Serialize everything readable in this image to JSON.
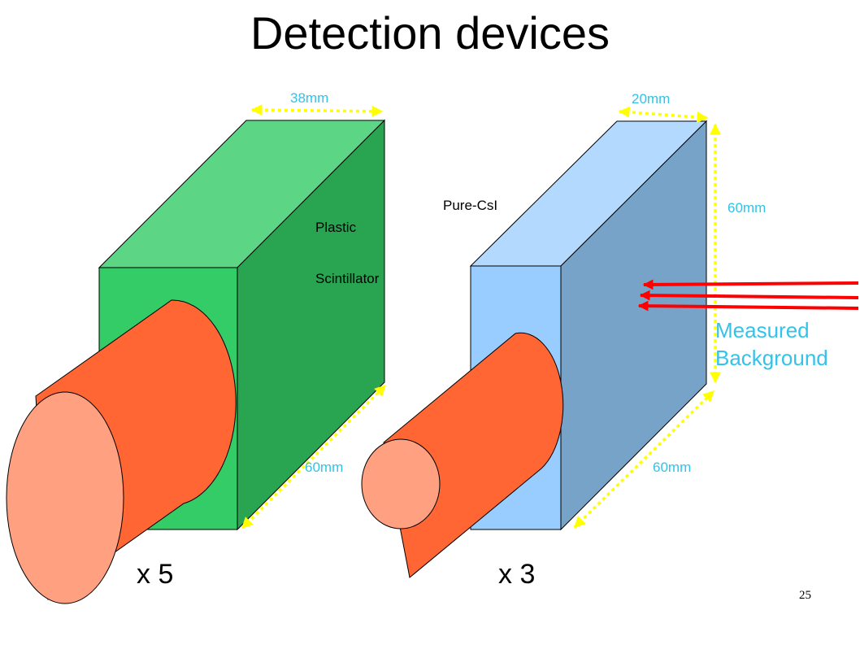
{
  "slide": {
    "title": "Detection devices",
    "page_number": "25"
  },
  "devices": {
    "plastic": {
      "label_line1": "Plastic",
      "label_line2": "Scintillator",
      "width_label": "38mm",
      "depth_label": "60mm",
      "multiplier": "x 5",
      "colors": {
        "front": "#33cc66",
        "top": "#5cd685",
        "side": "#29a552"
      }
    },
    "csi": {
      "label": "Pure-CsI",
      "width_label": "20mm",
      "height_label": "60mm",
      "depth_label": "60mm",
      "multiplier": "x 3",
      "colors": {
        "front": "#99ccff",
        "top": "#b3d9ff",
        "side": "#78a3c9"
      }
    }
  },
  "background": {
    "line1": "Measured",
    "line2": "Background",
    "arrow_color": "#ff0000"
  },
  "colors": {
    "dimension_arrow": "#ffff00",
    "dimension_text": "#33c3e8",
    "pmt_body": "#ff6633",
    "pmt_face": "#ffa080"
  }
}
